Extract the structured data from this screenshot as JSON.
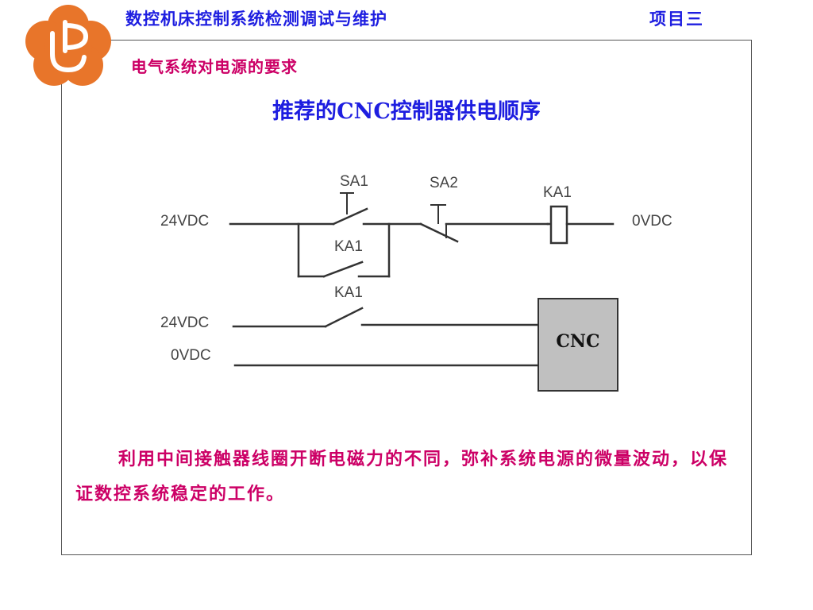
{
  "header": {
    "title": "数控机床控制系统检测调试与维护",
    "project": "项目三"
  },
  "section_title": "电气系统对电源的要求",
  "main_title": "推荐的CNC控制器供电顺序",
  "diagram": {
    "top_left_label": "24VDC",
    "top_right_label": "0VDC",
    "sa1_label": "SA1",
    "sa2_label": "SA2",
    "ka1_coil_label": "KA1",
    "ka1_hold_label": "KA1",
    "ka1_main_label": "KA1",
    "bottom_plus_label": "24VDC",
    "bottom_zero_label": "0VDC",
    "cnc_label": "CNC",
    "cnc_fill": "#c0c0c0"
  },
  "description": "利用中间接触器线圈开断电磁力的不同，弥补系统电源的微量波动，以保证数控系统稳定的工作。",
  "colors": {
    "header_blue": "#1e1ee0",
    "accent_magenta": "#cc0066",
    "logo_orange": "#e8752a"
  }
}
